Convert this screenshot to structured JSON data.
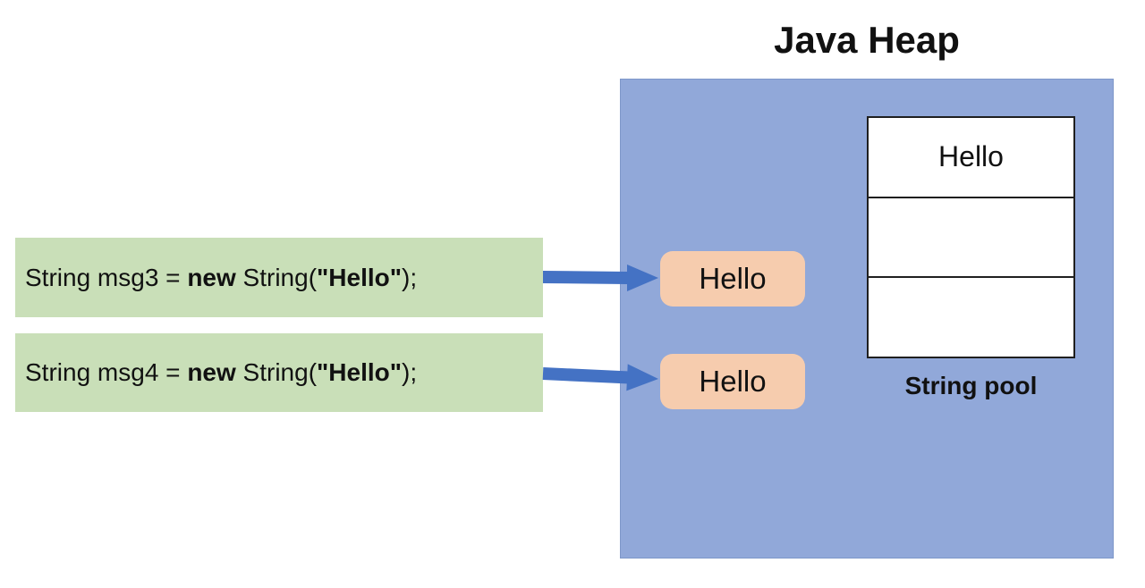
{
  "title": "Java Heap",
  "colors": {
    "heap_bg": "#91A8D9",
    "heap_border": "#7E97C9",
    "code_bg": "#C9DFB8",
    "object_bg": "#F6CCAE",
    "table_bg": "#FFFFFF",
    "table_border": "#1F1F1F",
    "arrow": "#4472C4",
    "text": "#111111"
  },
  "code_lines": [
    {
      "pre": "String msg3 = ",
      "keyword": "new",
      "mid": " String(",
      "quoted": "\"Hello\"",
      "post": ");"
    },
    {
      "pre": "String msg4 = ",
      "keyword": "new",
      "mid": " String(",
      "quoted": "\"Hello\"",
      "post": ");"
    }
  ],
  "heap_objects": [
    {
      "label": "Hello"
    },
    {
      "label": "Hello"
    }
  ],
  "string_pool": {
    "label": "String pool",
    "cells": [
      "Hello",
      "",
      ""
    ]
  }
}
